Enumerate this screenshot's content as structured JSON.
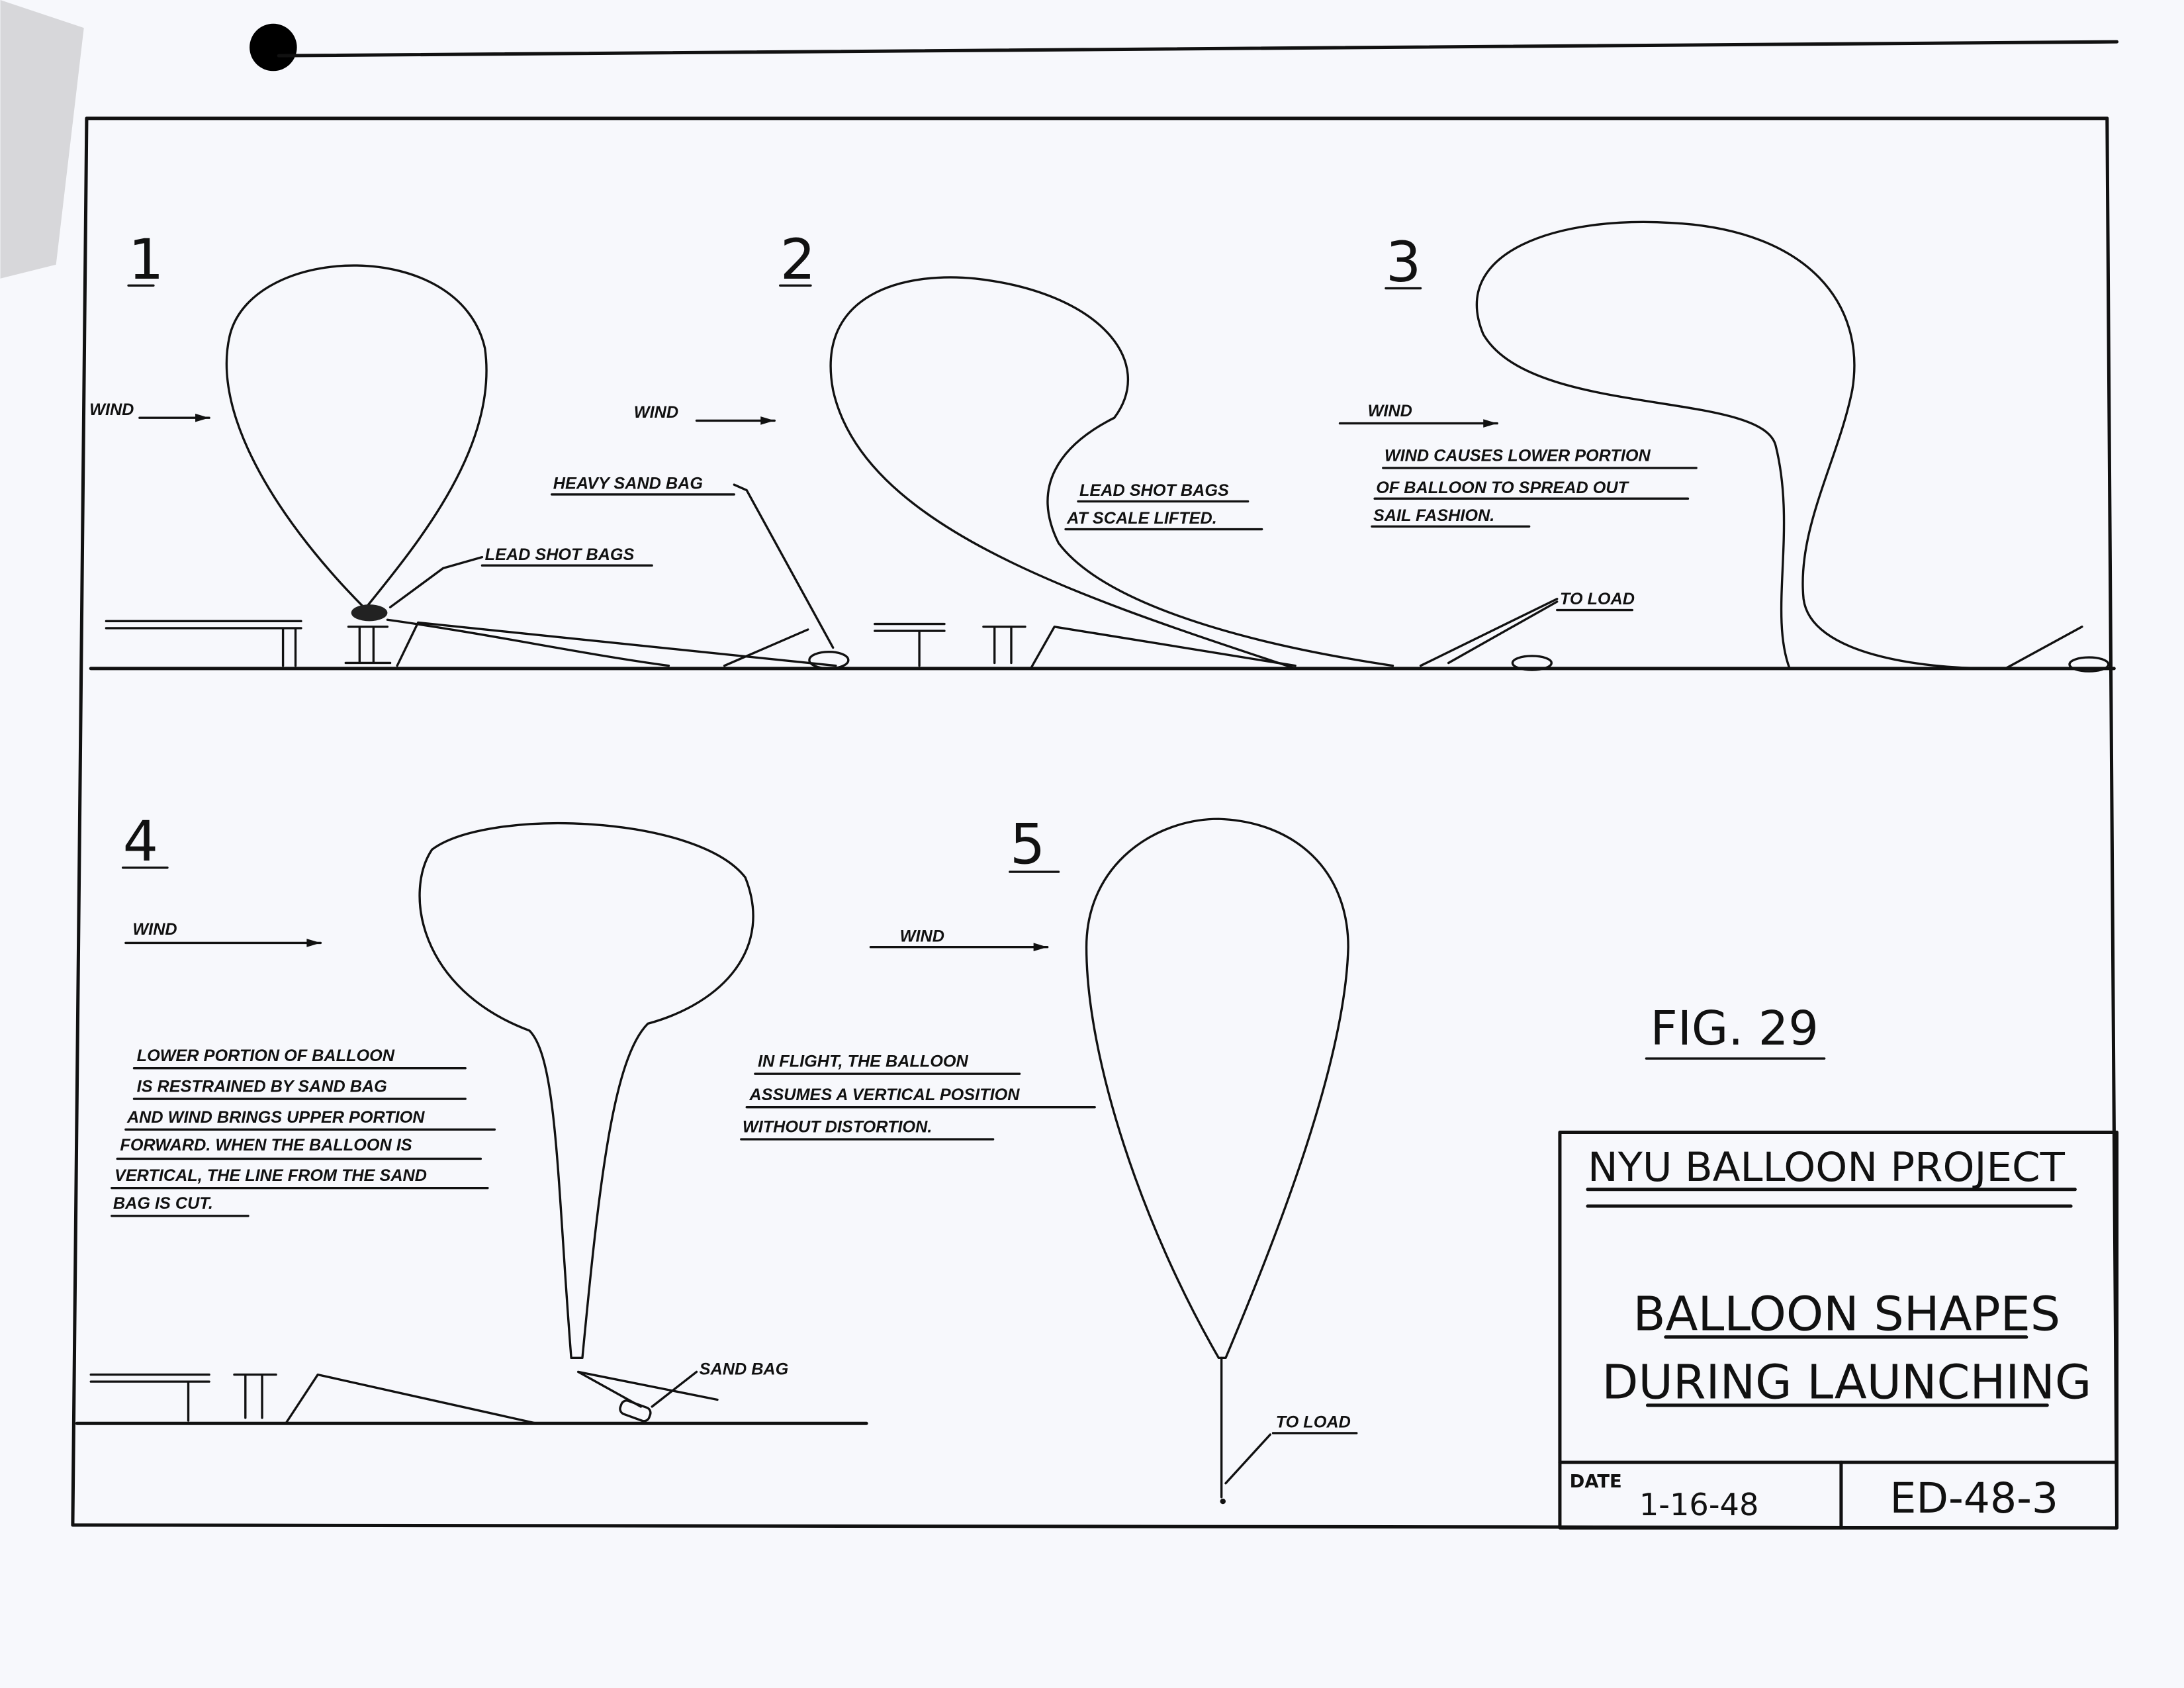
{
  "panels": [
    {
      "number": "1",
      "wind": "WIND",
      "labels": [
        "LEAD SHOT BAGS",
        "HEAVY SAND BAG"
      ]
    },
    {
      "number": "2",
      "wind": "WIND",
      "labels": [
        "LEAD SHOT BAGS",
        "AT SCALE LIFTED."
      ]
    },
    {
      "number": "3",
      "wind": "WIND",
      "labels": [
        "WIND CAUSES LOWER PORTION",
        "OF BALLOON TO SPREAD OUT",
        "SAIL FASHION.",
        "TO LOAD"
      ]
    },
    {
      "number": "4",
      "wind": "WIND",
      "labels": [
        "LOWER PORTION OF BALLOON",
        "IS RESTRAINED BY SAND BAG",
        "AND WIND BRINGS UPPER PORTION",
        "FORWARD. WHEN THE BALLOON IS",
        "VERTICAL, THE LINE FROM THE SAND",
        "BAG IS CUT.",
        "SAND BAG"
      ]
    },
    {
      "number": "5",
      "wind": "WIND",
      "labels": [
        "IN FLIGHT, THE BALLOON",
        "ASSUMES A VERTICAL POSITION",
        "WITHOUT DISTORTION.",
        "TO LOAD"
      ]
    }
  ],
  "figure": "FIG. 29",
  "title_block": {
    "project": "NYU BALLOON PROJECT",
    "title_line1": "BALLOON SHAPES",
    "title_line2": "DURING LAUNCHING",
    "date_label": "DATE",
    "date": "1-16-48",
    "drawing_number": "ED-48-3"
  }
}
